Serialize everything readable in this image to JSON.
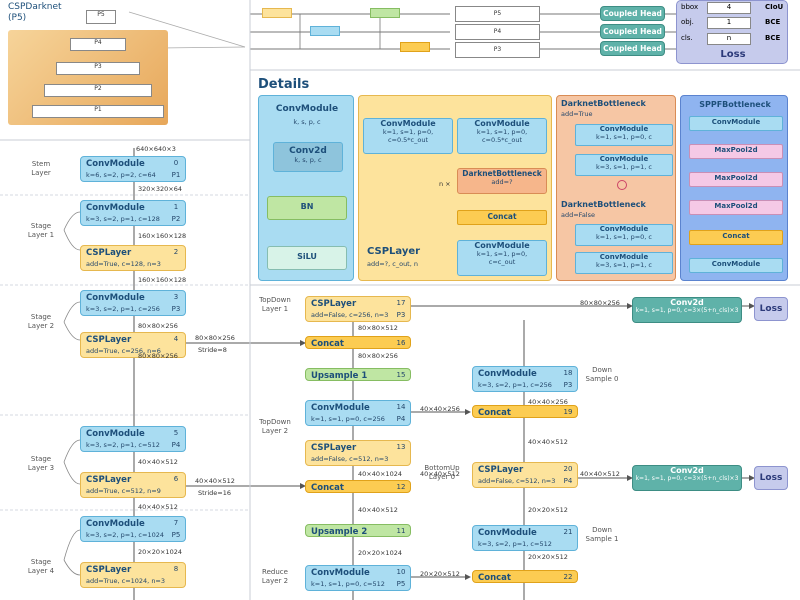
{
  "backbone_label": "CSPDarknet\n(P5)",
  "pyramid_levels": [
    "P5",
    "P4",
    "P3",
    "P2",
    "P1"
  ],
  "neck_levels": [
    "P5",
    "P4",
    "P3"
  ],
  "heads": [
    "Coupled Head",
    "Coupled Head",
    "Coupled Head"
  ],
  "loss_box": {
    "rows": [
      {
        "out": "bbox",
        "val": "4",
        "loss": "CIoU"
      },
      {
        "out": "obj.",
        "val": "1",
        "loss": "BCE"
      },
      {
        "out": "cls.",
        "val": "n",
        "loss": "BCE"
      }
    ],
    "title": "Loss"
  },
  "details_title": "Details",
  "convmodule_detail": {
    "title": "ConvModule",
    "params": "k, s, p, c",
    "inner_title": "Conv2d",
    "inner_params": "k, s, p, c",
    "bn": "BN",
    "act": "SiLU"
  },
  "csplayer_detail": {
    "title": "CSPLayer",
    "params": "add=?, c_out, n",
    "conv_left": [
      "ConvModule",
      "k=1, s=1, p=0,",
      "c=0.5*c_out"
    ],
    "conv_right": [
      "ConvModule",
      "k=1, s=1, p=0,",
      "c=0.5*c_out"
    ],
    "n_label": "n  ×",
    "bottleneck": [
      "DarknetBottleneck",
      "add=?"
    ],
    "concat": "Concat",
    "conv_out": [
      "ConvModule",
      "k=1, s=1, p=0,",
      "c=c_out"
    ]
  },
  "darknet_true": {
    "title": "DarknetBottleneck",
    "sub": "add=True",
    "conv1": [
      "ConvModule",
      "k=1, s=1, p=0, c"
    ],
    "conv2": [
      "ConvModule",
      "k=3, s=1, p=1, c"
    ]
  },
  "darknet_false": {
    "title": "DarknetBottleneck",
    "sub": "add=False",
    "conv1": [
      "ConvModule",
      "k=1, s=1, p=0, c"
    ],
    "conv2": [
      "ConvModule",
      "k=3, s=1, p=1, c"
    ]
  },
  "sppf": {
    "title": "SPPFBottleneck",
    "items": [
      "ConvModule",
      "MaxPool2d",
      "MaxPool2d",
      "MaxPool2d",
      "Concat",
      "ConvModule"
    ]
  },
  "backbone": {
    "input_size": "640×640×3",
    "stage_labels": [
      "Stem\nLayer",
      "Stage\nLayer 1",
      "Stage\nLayer 2",
      "Stage\nLayer 3",
      "Stage\nLayer 4"
    ],
    "blocks": [
      {
        "title": "ConvModule",
        "params": "k=6, s=2, p=2, c=64",
        "num": "0",
        "tag": "P1"
      },
      {
        "title": "ConvModule",
        "params": "k=3, s=2, p=1, c=128",
        "num": "1",
        "tag": "P2"
      },
      {
        "title": "CSPLayer",
        "params": "add=True, c=128, n=3",
        "num": "2",
        "tag": ""
      },
      {
        "title": "ConvModule",
        "params": "k=3, s=2, p=1, c=256",
        "num": "3",
        "tag": "P3"
      },
      {
        "title": "CSPLayer",
        "params": "add=True, c=256, n=6",
        "num": "4",
        "tag": ""
      },
      {
        "title": "ConvModule",
        "params": "k=3, s=2, p=1, c=512",
        "num": "5",
        "tag": "P4"
      },
      {
        "title": "CSPLayer",
        "params": "add=True, c=512, n=9",
        "num": "6",
        "tag": ""
      },
      {
        "title": "ConvModule",
        "params": "k=3, s=2, p=1, c=1024",
        "num": "7",
        "tag": "P5"
      },
      {
        "title": "CSPLayer",
        "params": "add=True, c=1024, n=3",
        "num": "8",
        "tag": ""
      }
    ],
    "sizes": [
      "320×320×64",
      "160×160×128",
      "160×160×128",
      "80×80×256",
      "80×80×256",
      "40×40×512",
      "40×40×512",
      "20×20×1024"
    ],
    "side_sizes": [
      "80×80×256",
      "40×40×512"
    ],
    "strides": [
      "Stride=8",
      "Stride=16"
    ]
  },
  "neck": {
    "labels": [
      "TopDown\nLayer 1",
      "TopDown\nLayer 2",
      "BottomUp\nLayer 0",
      "Down\nSample 0",
      "Down\nSample 1",
      "Reduce\nLayer 2"
    ],
    "csp17": {
      "title": "CSPLayer",
      "params": "add=False, c=256, n=3",
      "num": "17",
      "tag": "P3"
    },
    "concat16": {
      "title": "Concat",
      "num": "16"
    },
    "upsample15": {
      "title": "Upsample 1",
      "num": "15"
    },
    "conv14": {
      "title": "ConvModule",
      "params": "k=1, s=1, p=0, c=256",
      "num": "14",
      "tag": "P4"
    },
    "csp13": {
      "title": "CSPLayer",
      "params": "add=False, c=512, n=3",
      "num": "13",
      "tag": ""
    },
    "concat12": {
      "title": "Concat",
      "num": "12"
    },
    "upsample11": {
      "title": "Upsample 2",
      "num": "11"
    },
    "conv10": {
      "title": "ConvModule",
      "params": "k=1, s=1, p=0, c=512",
      "num": "10",
      "tag": "P5"
    },
    "conv18": {
      "title": "ConvModule",
      "params": "k=3, s=2, p=1, c=256",
      "num": "18",
      "tag": "P3"
    },
    "concat19": {
      "title": "Concat",
      "num": "19"
    },
    "csp20": {
      "title": "CSPLayer",
      "params": "add=False, c=512, n=3",
      "num": "20",
      "tag": "P4"
    },
    "conv21": {
      "title": "ConvModule",
      "params": "k=3, s=2, p=1, c=512",
      "num": "21",
      "tag": ""
    },
    "concat22": {
      "title": "Concat",
      "num": "22"
    },
    "sizes": [
      "80×80×512",
      "80×80×256",
      "40×40×256",
      "40×40×256",
      "40×40×512",
      "40×40×512",
      "40×40×1024",
      "40×40×512",
      "20×20×512",
      "20×20×512",
      "20×20×1024",
      "20×20×512"
    ]
  },
  "head_conv": [
    {
      "title": "Conv2d",
      "params": "k=1, s=1, p=0, c=3×(5+n_cls)×3",
      "in": "80×80×256"
    },
    {
      "title": "Conv2d",
      "params": "k=1, s=1, p=0, c=3×(5+n_cls)×3",
      "in": "40×40×512"
    }
  ],
  "loss_label": "Loss"
}
